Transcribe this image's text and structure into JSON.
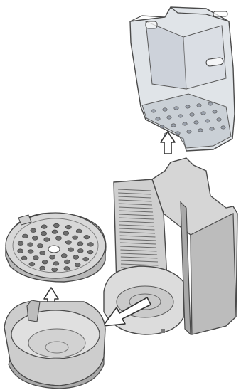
{
  "diagram": {
    "kind": "exploded-assembly",
    "parts": [
      {
        "id": "drip-tray-container",
        "icon": "transparent-container"
      },
      {
        "id": "drip-tray-base",
        "icon": "grooved-tray-base"
      },
      {
        "id": "drip-grid",
        "icon": "perforated-disc"
      },
      {
        "id": "drip-cup",
        "icon": "round-cup"
      }
    ],
    "arrows": [
      {
        "id": "arrow-lift-container",
        "direction": "up",
        "style": "outline"
      },
      {
        "id": "arrow-lift-grid",
        "direction": "up",
        "style": "outline"
      },
      {
        "id": "arrow-pull-tray",
        "direction": "down-left",
        "style": "outline"
      }
    ],
    "colors": {
      "line": "#4a4a4a",
      "translucent_fill": "#c7cdd6",
      "body_fill": "#d6d6d6",
      "shadow_fill": "#9a9a9a",
      "background": "#ffffff"
    }
  }
}
